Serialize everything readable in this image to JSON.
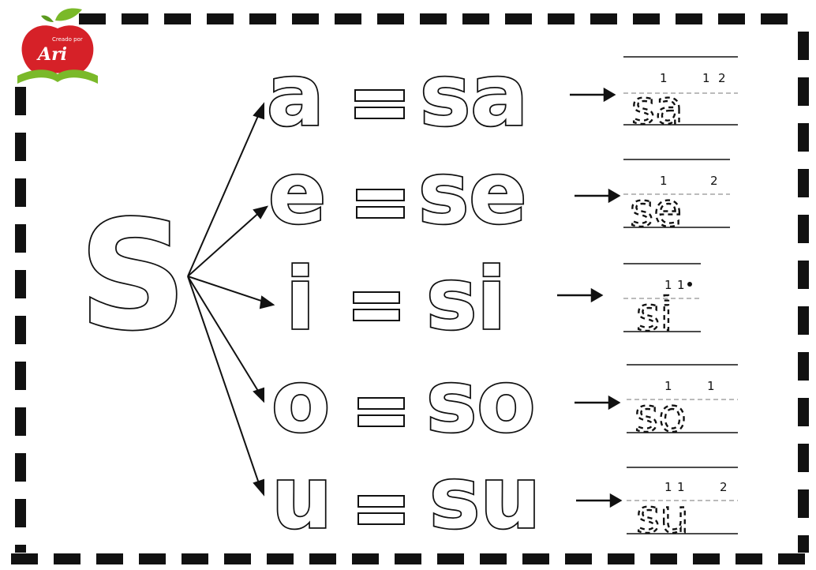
{
  "logo": {
    "top_text": "Creado por",
    "name": "Ari"
  },
  "base_letter": "S",
  "rows": [
    {
      "vowel": "a",
      "syllable": "sa",
      "nums": [
        "1",
        "1",
        "2"
      ]
    },
    {
      "vowel": "e",
      "syllable": "se",
      "nums": [
        "1",
        "2"
      ]
    },
    {
      "vowel": "i",
      "syllable": "si",
      "nums": [
        "1",
        "1"
      ]
    },
    {
      "vowel": "o",
      "syllable": "so",
      "nums": [
        "1",
        "1"
      ]
    },
    {
      "vowel": "u",
      "syllable": "su",
      "nums": [
        "1",
        "1",
        "2"
      ]
    }
  ],
  "colors": {
    "logo_red": "#d62128",
    "logo_green": "#7ab929",
    "ink": "#111111"
  }
}
